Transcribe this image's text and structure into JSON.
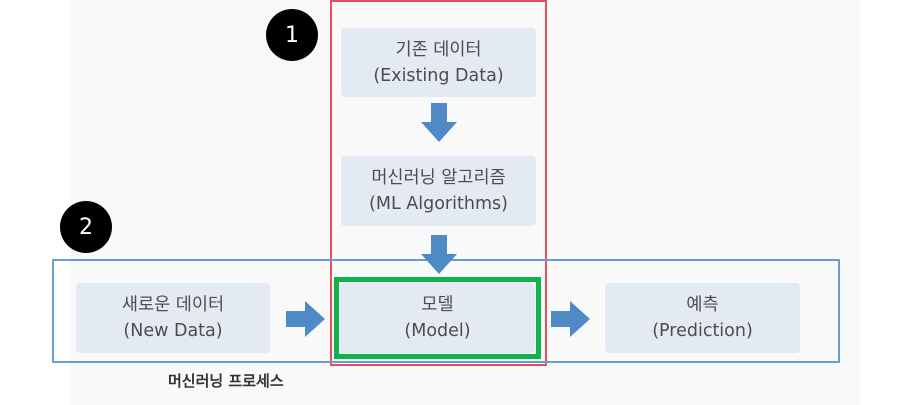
{
  "badges": {
    "one": "1",
    "two": "2"
  },
  "existing_data": {
    "ko": "기존 데이터",
    "en": "(Existing Data)"
  },
  "ml_algorithms": {
    "ko": "머신러닝 알고리즘",
    "en": "(ML Algorithms)"
  },
  "new_data": {
    "ko": "새로운 데이터",
    "en": "(New Data)"
  },
  "model": {
    "ko": "모델",
    "en": "(Model)"
  },
  "prediction": {
    "ko": "예측",
    "en": "(Prediction)"
  },
  "process_caption": "머신러닝 프로세스",
  "colors": {
    "box_fill": "#e3eaf3",
    "arrow": "#4e8ac6",
    "red_frame": "#e4505f",
    "blue_frame": "#6a9ed1",
    "green_frame": "#10b34a",
    "badge": "#000000"
  }
}
